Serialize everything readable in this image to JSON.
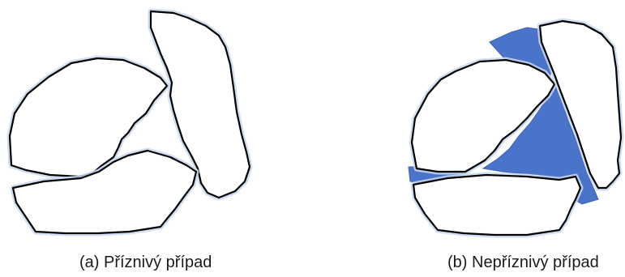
{
  "panels": [
    {
      "id": "a",
      "caption": "(a) Příznivý případ",
      "case": "favorable",
      "void_fill": null
    },
    {
      "id": "b",
      "caption": "(b) Nepříznivý případ",
      "case": "unfavorable",
      "void_fill": "#4a74c9"
    }
  ]
}
